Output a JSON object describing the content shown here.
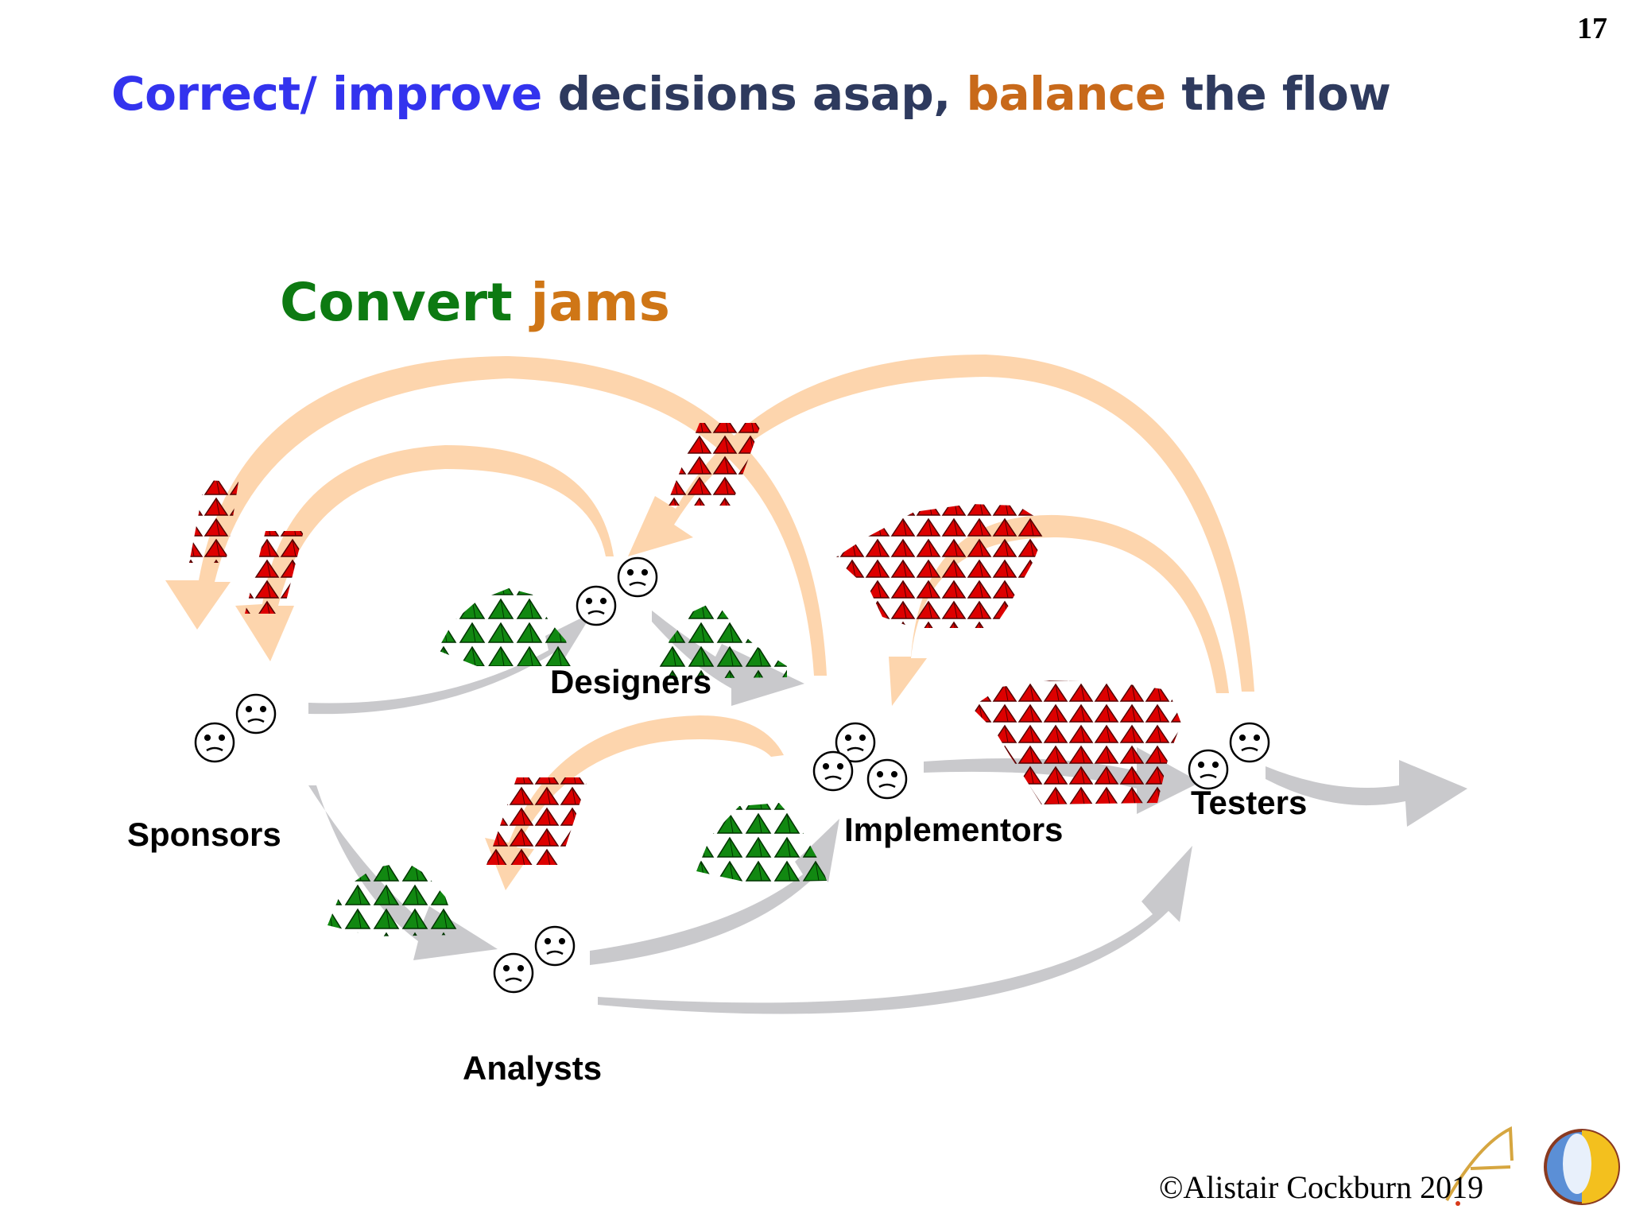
{
  "slide_number": "17",
  "title": {
    "part1": "Correct/ improve",
    "part2": " decisions asap, ",
    "part3": "balance",
    "part4": " the flow"
  },
  "subtitle": {
    "part1": "Convert ",
    "part2": "jams"
  },
  "roles": {
    "sponsors": "Sponsors",
    "designers": "Designers",
    "analysts": "Analysts",
    "implementors": "Implementors",
    "testers": "Testers"
  },
  "copyright": "©Alistair Cockburn 2019",
  "colors": {
    "title_blue": "#3333ee",
    "title_navy": "#2e3a5e",
    "title_orange": "#c8691a",
    "subtitle_green": "#0d7a12",
    "subtitle_orange": "#cf7616",
    "feedback_arrow": "#fdd5ad",
    "flow_arrow": "#c9c9cc",
    "jam_triangle": "#dd0000",
    "done_triangle": "#118811"
  },
  "icons": [
    "sad-face-icon",
    "red-triangle-icon",
    "green-triangle-icon",
    "forward-arrow",
    "feedback-arrow",
    "ac-logo-icon"
  ]
}
